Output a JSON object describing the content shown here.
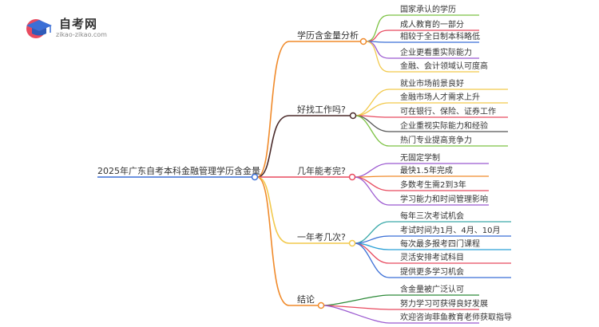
{
  "logo": {
    "title": "自考网",
    "subtitle": "zikao-zikao.com"
  },
  "mindmap": {
    "root": "2025年广东自考本科金融管理学历含金量",
    "branches": [
      {
        "label": "学历含金量分析",
        "color": "#f08a2a",
        "children": [
          {
            "label": "国家承认的学历",
            "color": "#7cc243"
          },
          {
            "label": "成人教育的一部分",
            "color": "#e84a5f"
          },
          {
            "label": "相较于全日制本科略低",
            "color": "#3b6fd6"
          },
          {
            "label": "企业更看重实际能力",
            "color": "#9b59d0"
          },
          {
            "label": "金融、会计领域认可度高",
            "color": "#f2c94c"
          }
        ]
      },
      {
        "label": "好找工作吗?",
        "color": "#4a2a2a",
        "children": [
          {
            "label": "就业市场前景良好",
            "color": "#f2c94c"
          },
          {
            "label": "金融市场人才需求上升",
            "color": "#f2c94c"
          },
          {
            "label": "可在银行、保险、证券工作",
            "color": "#e84a5f"
          },
          {
            "label": "企业重视实际能力和经验",
            "color": "#555555"
          },
          {
            "label": "热门专业提高竞争力",
            "color": "#7cc243"
          }
        ]
      },
      {
        "label": "几年能考完?",
        "color": "#e84a5f",
        "children": [
          {
            "label": "无固定学制",
            "color": "#9b59d0"
          },
          {
            "label": "最快1.5年完成",
            "color": "#f08a2a"
          },
          {
            "label": "多数考生需2到3年",
            "color": "#e84a5f"
          },
          {
            "label": "学习能力和时间管理影响",
            "color": "#9b59d0"
          }
        ]
      },
      {
        "label": "一年考几次?",
        "color": "#f2c94c",
        "children": [
          {
            "label": "每年三次考试机会",
            "color": "#3aa9a9"
          },
          {
            "label": "考试时间为1月、4月、10月",
            "color": "#3b6fd6"
          },
          {
            "label": "每次最多报考四门课程",
            "color": "#2aa0d6"
          },
          {
            "label": "灵活安排考试科目",
            "color": "#e84a5f"
          },
          {
            "label": "提供更多学习机会",
            "color": "#3b6fd6"
          }
        ]
      },
      {
        "label": "结论",
        "color": "#f08a2a",
        "children": [
          {
            "label": "含金量被广泛认可",
            "color": "#2e8b3a"
          },
          {
            "label": "努力学习可获得良好发展",
            "color": "#e84a5f"
          },
          {
            "label": "欢迎咨询菲鱼教育老师获取指导",
            "color": "#9b59d0"
          }
        ]
      }
    ]
  }
}
